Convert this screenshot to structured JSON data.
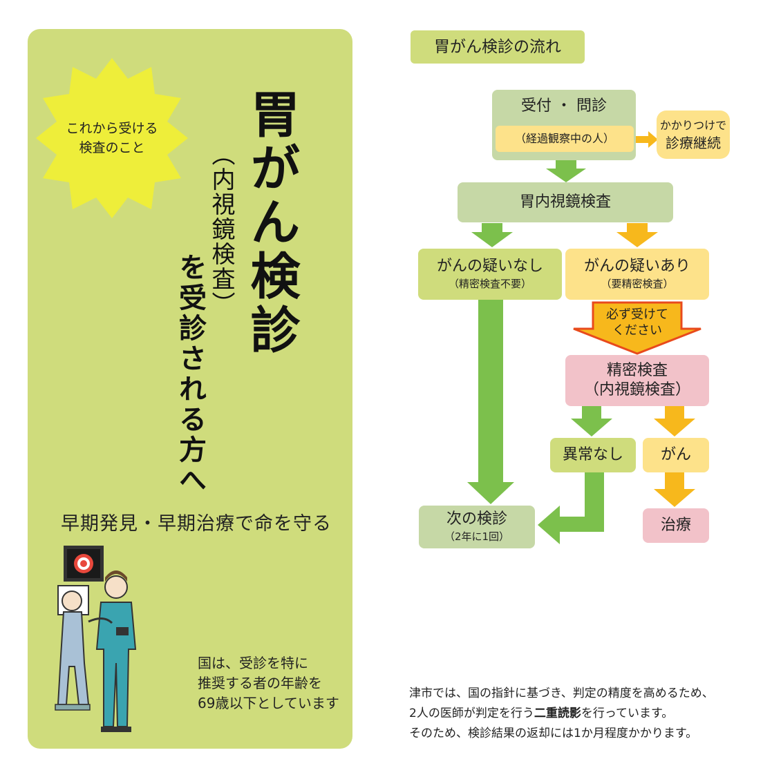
{
  "left": {
    "star_line1": "これから受ける",
    "star_line2": "検査のこと",
    "title_main": "胃がん検診",
    "title_paren": "（内視鏡検査）",
    "title_sub": "を受診される方へ",
    "slogan": "早期発見・早期治療で命を守る",
    "note_line1": "国は、受診を特に",
    "note_line2": "推奨する者の年齢を",
    "note_line3": "69歳以下としています"
  },
  "flow": {
    "title": "胃がん検診の流れ",
    "reception": "受付 ・ 問診",
    "observation": "（経過観察中の人）",
    "family_doctor_line1": "かかりつけで",
    "family_doctor_line2": "診療継続",
    "endoscopy": "胃内視鏡検査",
    "no_suspicion": "がんの疑いなし",
    "no_suspicion_note": "（精密検査不要）",
    "suspicion": "がんの疑いあり",
    "suspicion_note": "（要精密検査）",
    "must_line1": "必ず受けて",
    "must_line2": "ください",
    "detailed_line1": "精密検査",
    "detailed_line2": "（内視鏡検査）",
    "normal": "異常なし",
    "cancer": "がん",
    "next_exam": "次の検診",
    "next_exam_note": "（2年に1回）",
    "treatment": "治療"
  },
  "footer": {
    "line1": "津市では、国の指針に基づき、判定の精度を高めるため、",
    "line2_pre": "2人の医師が判定を行う",
    "line2_bold": "二重読影",
    "line2_post": "を行っています。",
    "line3": "そのため、検診結果の返却には1か月程度かかります。"
  },
  "colors": {
    "panel": "#cfdc7c",
    "star": "#eeee3a",
    "green_box": "#cfdc7c",
    "sage_box": "#c6d8a6",
    "yellow_box": "#fde28a",
    "pink_box": "#f2c2c9",
    "green_arrow": "#7cc04c",
    "yellow_arrow": "#f7b81c",
    "big_arrow_border": "#e84a1c"
  }
}
